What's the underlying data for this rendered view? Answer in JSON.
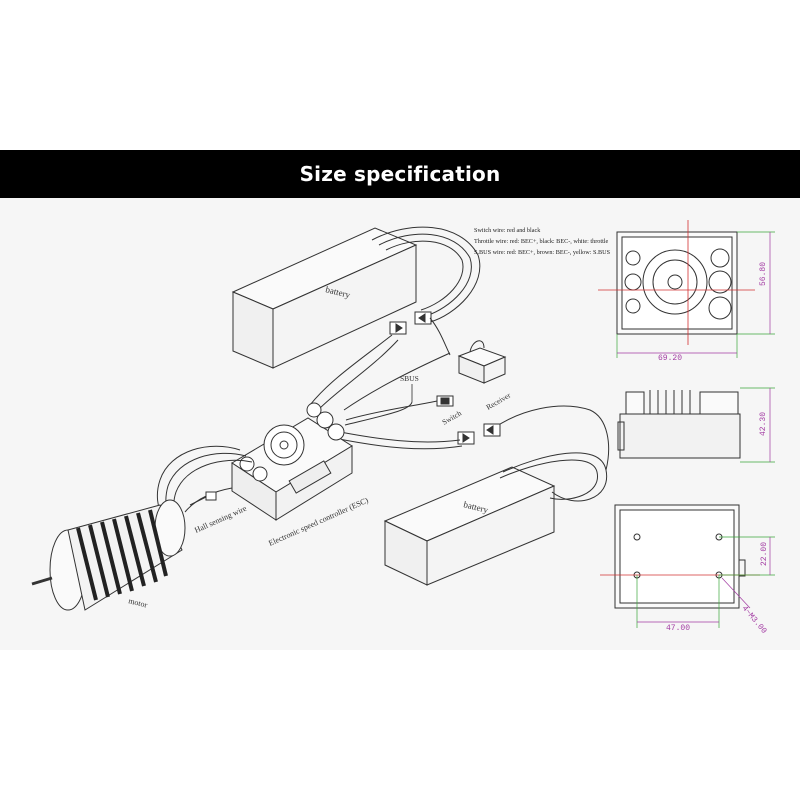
{
  "header": {
    "title": "Size specification"
  },
  "notes": {
    "switch_wire": "Switch wire: red and black",
    "throttle_wire": "Throttle wire: red: BEC+, black: BEC-, white: throttle",
    "sbus_wire": "S.BUS wire: red: BEC+, brown: BEC-, yellow: S.BUS"
  },
  "labels": {
    "battery_top": "battery",
    "battery_bottom": "battery",
    "sbus": "SBUS",
    "switch": "Switch",
    "receiver": "Receiver",
    "hall_sensing": "Hall sensing wire",
    "esc": "Electronic speed controller (ESC)",
    "motor": "motor"
  },
  "dimensions": {
    "top_width": "69.20",
    "top_height": "56.80",
    "side_height": "42.30",
    "bottom_width": "47.00",
    "bottom_height": "22.00",
    "screws": "4~M3.00"
  },
  "colors": {
    "dimension": "#a33ca3",
    "guide_green": "#3aa53a",
    "center_red": "#d23030",
    "band": "#000000"
  }
}
